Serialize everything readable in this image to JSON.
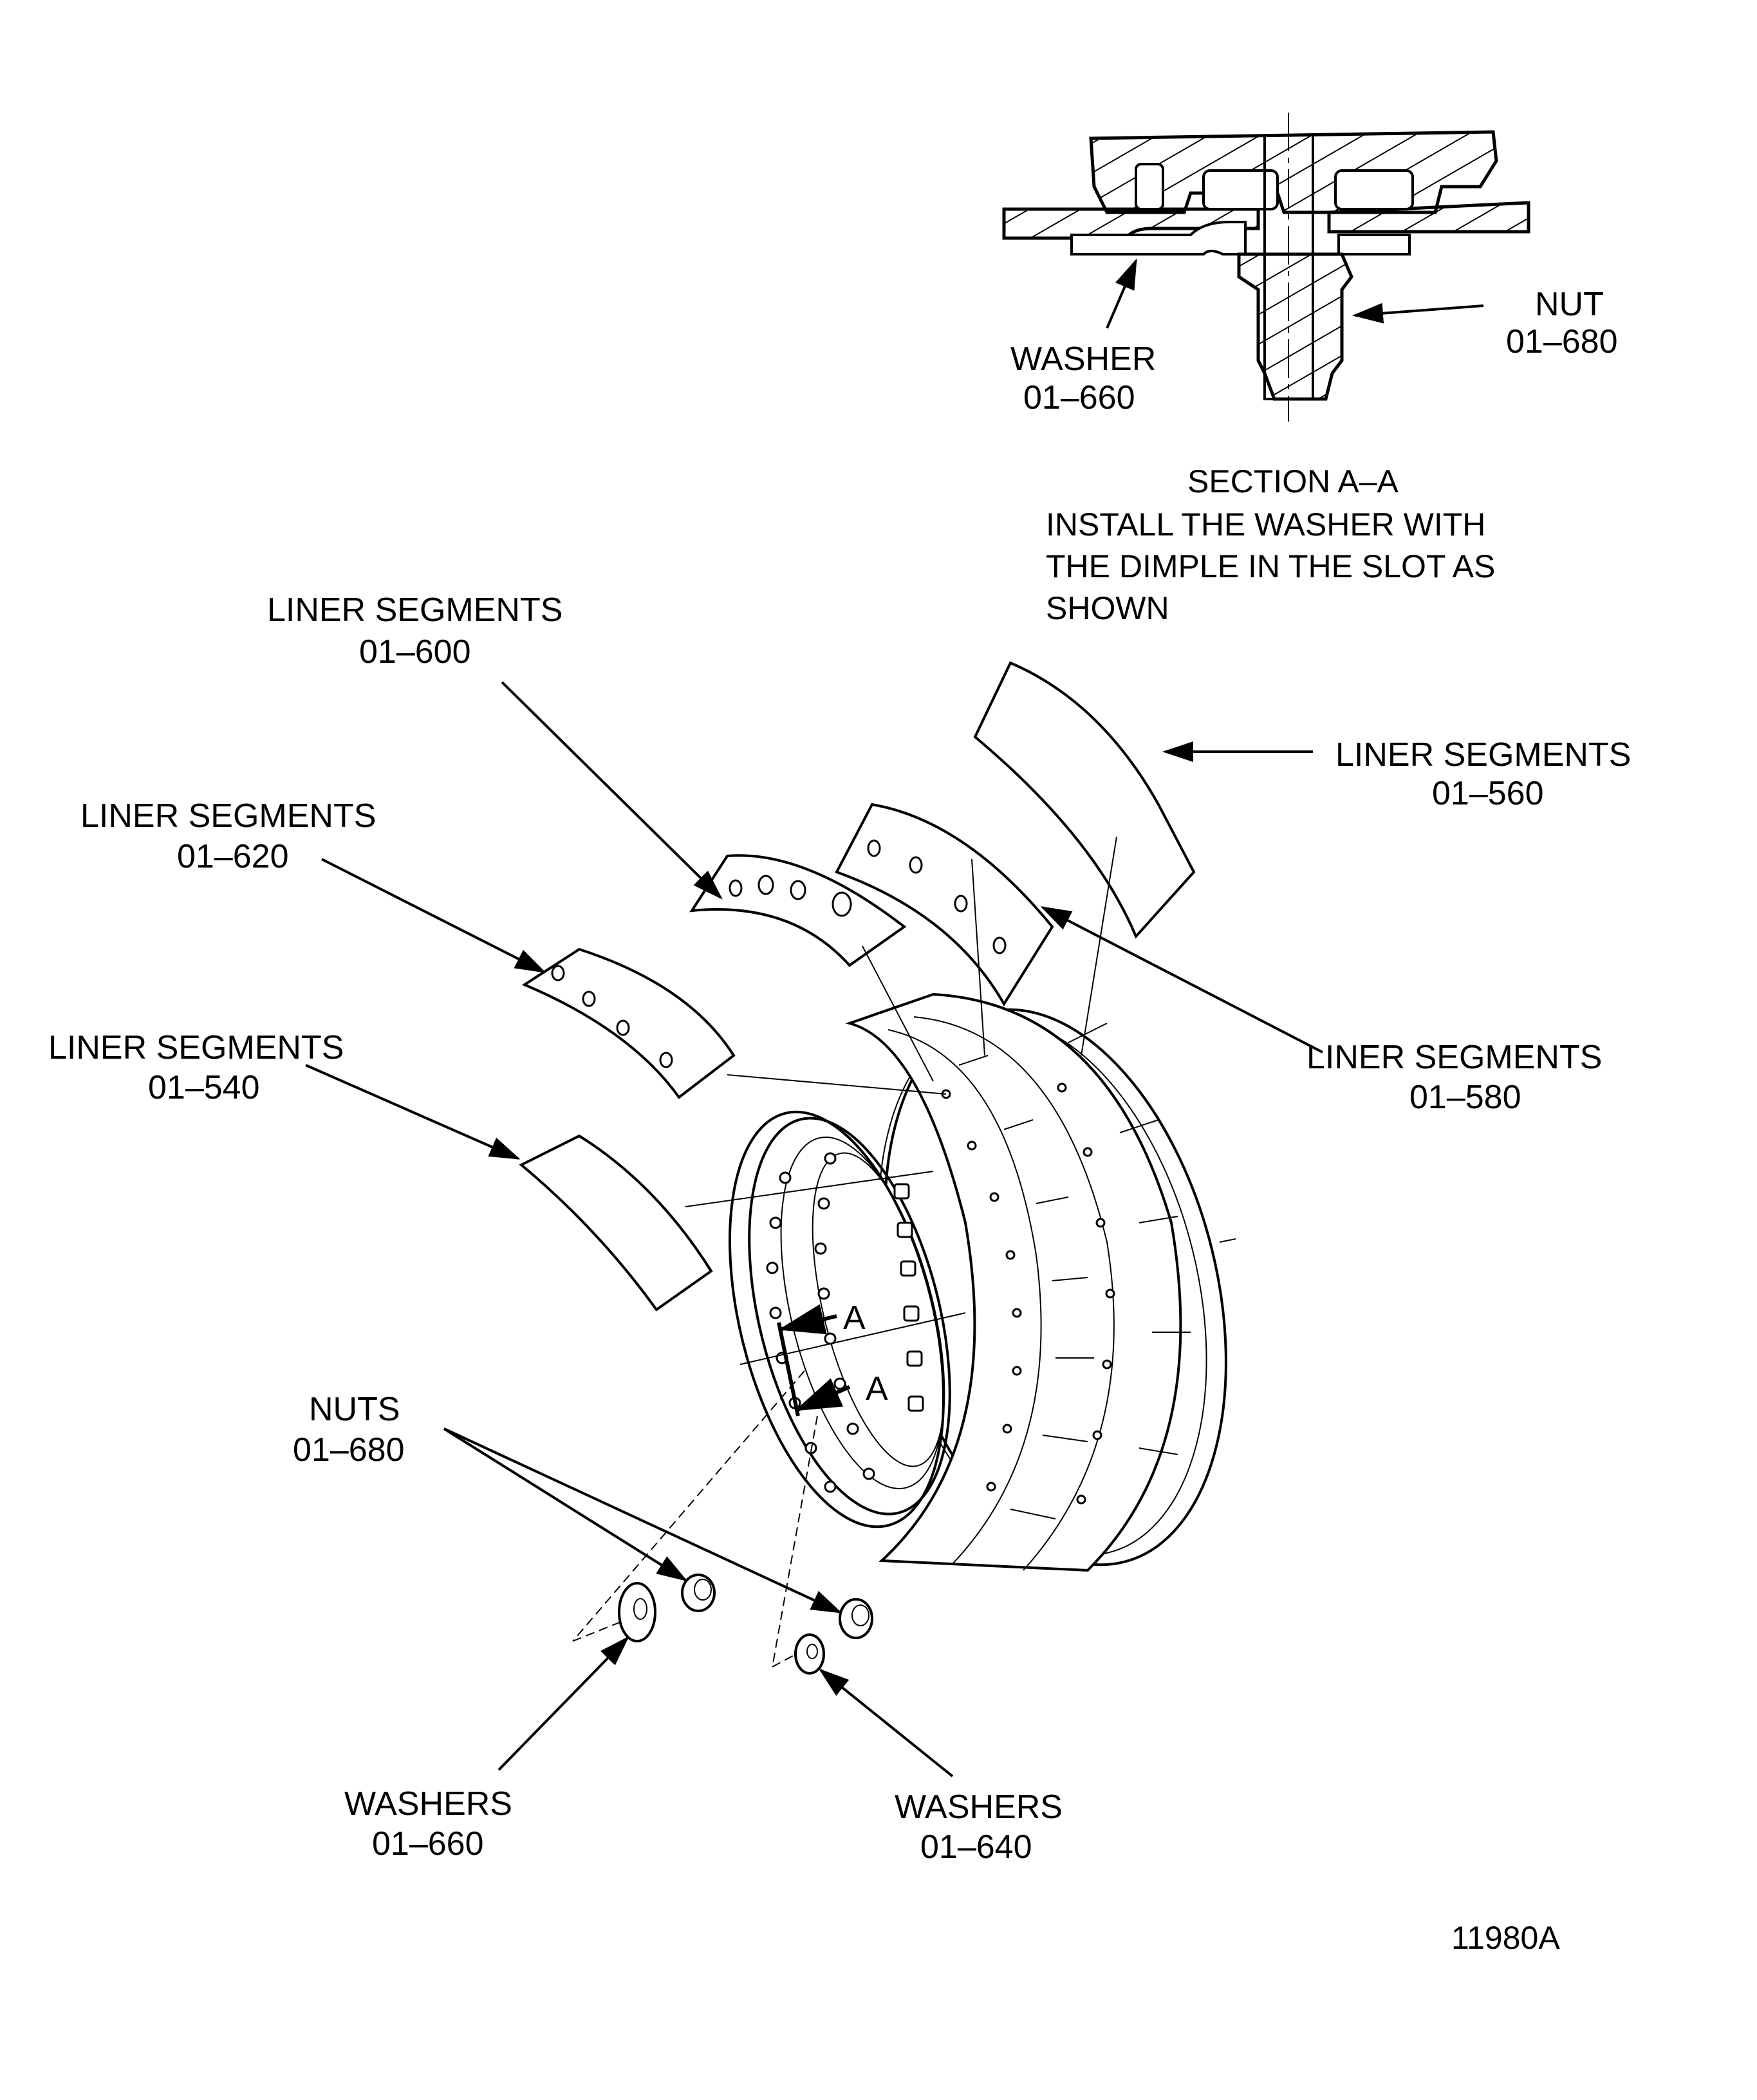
{
  "section_view": {
    "title": "SECTION A–A",
    "note_lines": [
      "INSTALL THE WASHER WITH",
      "THE DIMPLE IN THE SLOT AS",
      "SHOWN"
    ],
    "callouts": {
      "washer": {
        "name": "WASHER",
        "number": "01–660"
      },
      "nut": {
        "name": "NUT",
        "number": "01–680"
      }
    }
  },
  "exploded_view": {
    "callouts": {
      "liner_600": {
        "name": "LINER SEGMENTS",
        "number": "01–600"
      },
      "liner_620": {
        "name": "LINER SEGMENTS",
        "number": "01–620"
      },
      "liner_540": {
        "name": "LINER SEGMENTS",
        "number": "01–540"
      },
      "liner_560": {
        "name": "LINER SEGMENTS",
        "number": "01–560"
      },
      "liner_580": {
        "name": "LINER SEGMENTS",
        "number": "01–580"
      },
      "nuts": {
        "name": "NUTS",
        "number": "01–680"
      },
      "washers_660": {
        "name": "WASHERS",
        "number": "01–660"
      },
      "washers_640": {
        "name": "WASHERS",
        "number": "01–640"
      }
    },
    "section_marker_upper": "A",
    "section_marker_lower": "A"
  },
  "figure_number": "11980A"
}
